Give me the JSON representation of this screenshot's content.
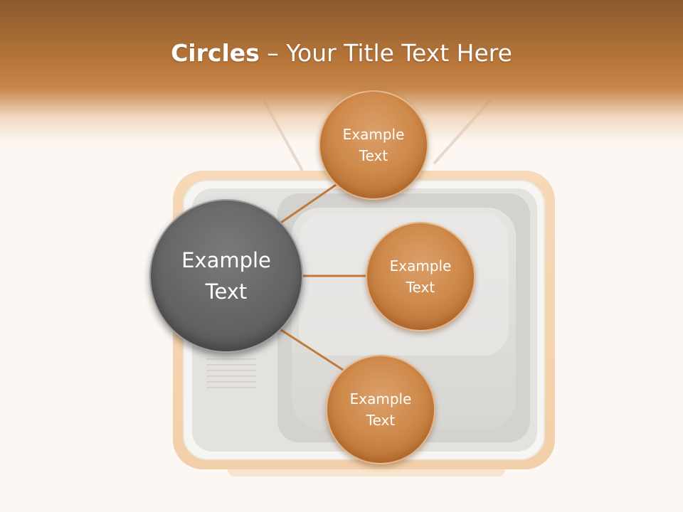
{
  "slide": {
    "title_bold": "Circles",
    "title_rest": " – Your Title Text Here"
  },
  "diagram": {
    "center": {
      "line1": "Example",
      "line2": "Text"
    },
    "nodes": [
      {
        "line1": "Example",
        "line2": "Text"
      },
      {
        "line1": "Example",
        "line2": "Text"
      },
      {
        "line1": "Example",
        "line2": "Text"
      }
    ]
  },
  "colors": {
    "header": "#b9773a",
    "node_orange": "#cf8a4c",
    "center_gray": "#666666",
    "connector": "#c07a3c",
    "tv_body": "#f0c9a0",
    "tv_screen": "#dcdad6"
  }
}
